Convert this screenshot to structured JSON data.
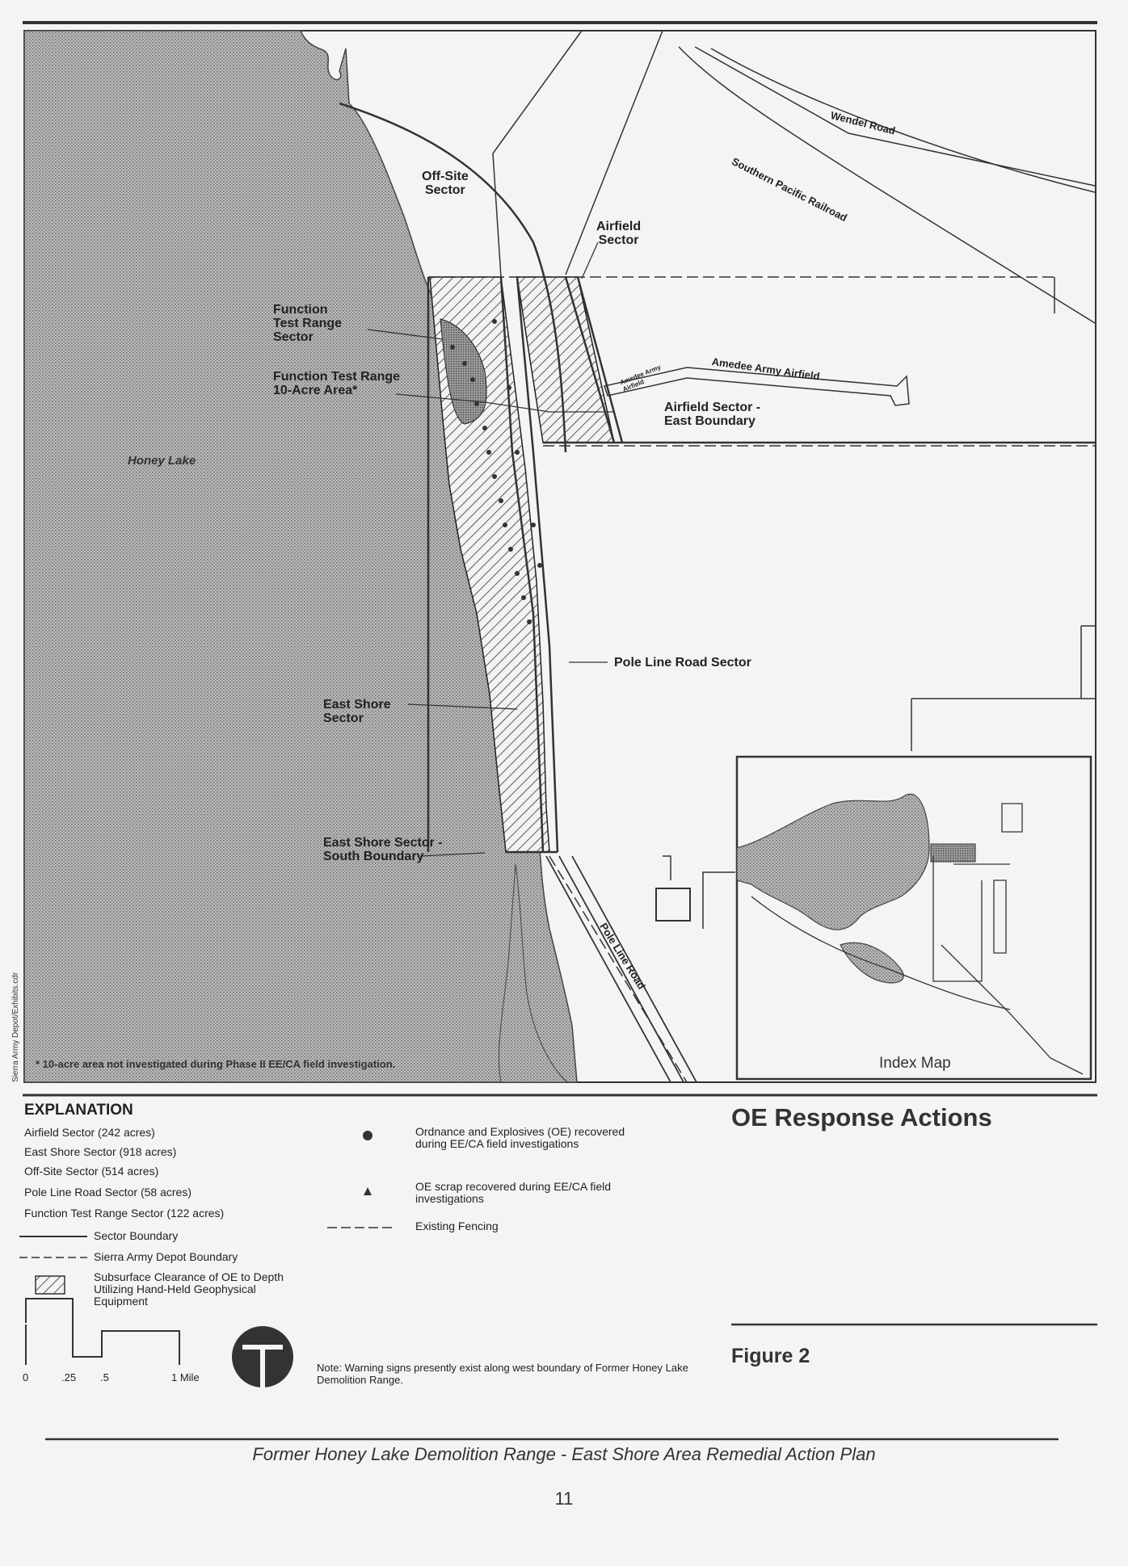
{
  "map": {
    "labels": {
      "honey_lake": "Honey Lake",
      "off_site_sector": "Off-Site\nSector",
      "airfield_sector": "Airfield\nSector",
      "function_test_range_sector": "Function\nTest Range\nSector",
      "function_test_range_10acre": "Function Test Range\n10-Acre Area*",
      "airfield_sector_east_boundary": "Airfield Sector -\nEast Boundary",
      "pole_line_road_sector": "Pole Line Road Sector",
      "east_shore_sector": "East Shore\nSector",
      "east_shore_sector_south_boundary": "East Shore Sector -\nSouth Boundary",
      "wendel_road": "Wendel Road",
      "southern_pacific_railroad": "Southern Pacific Railroad",
      "amedee_army_airfield": "Amedee Army Airfield",
      "amedee_small": "Amedee Army\nAirfield",
      "pole_line_road": "Pole Line Road",
      "footnote": "* 10-acre area not investigated during Phase II EE/CA field investigation.",
      "side_credit": "Sierra Army Depot/Exhibits.cdr"
    },
    "index_map": {
      "title": "Index Map"
    }
  },
  "legend": {
    "heading": "EXPLANATION",
    "sectors": [
      "Airfield Sector (242 acres)",
      "East Shore Sector (918 acres)",
      "Off-Site Sector (514 acres)",
      "Pole Line Road Sector (58 acres)",
      "Function Test Range Sector (122 acres)"
    ],
    "lines": {
      "sector_boundary": "Sector Boundary",
      "depot_boundary": "Sierra Army Depot Boundary",
      "subsurface": "Subsurface Clearance of OE to Depth Utilizing Hand-Held Geophysical Equipment"
    },
    "symbols": {
      "oe_recovered": "Ordnance and Explosives (OE) recovered during EE/CA field investigations",
      "oe_scrap": "OE scrap recovered during EE/CA field investigations",
      "fencing": "Existing Fencing"
    },
    "scale": {
      "ticks": [
        "0",
        ".25",
        ".5",
        "1 Mile"
      ]
    },
    "note": "Note: Warning signs presently exist along west boundary of Former Honey Lake Demolition Range."
  },
  "title": "OE Response Actions",
  "figure": "Figure 2",
  "footer": "Former Honey Lake Demolition Range - East Shore Area Remedial Action Plan",
  "page_number": "11"
}
